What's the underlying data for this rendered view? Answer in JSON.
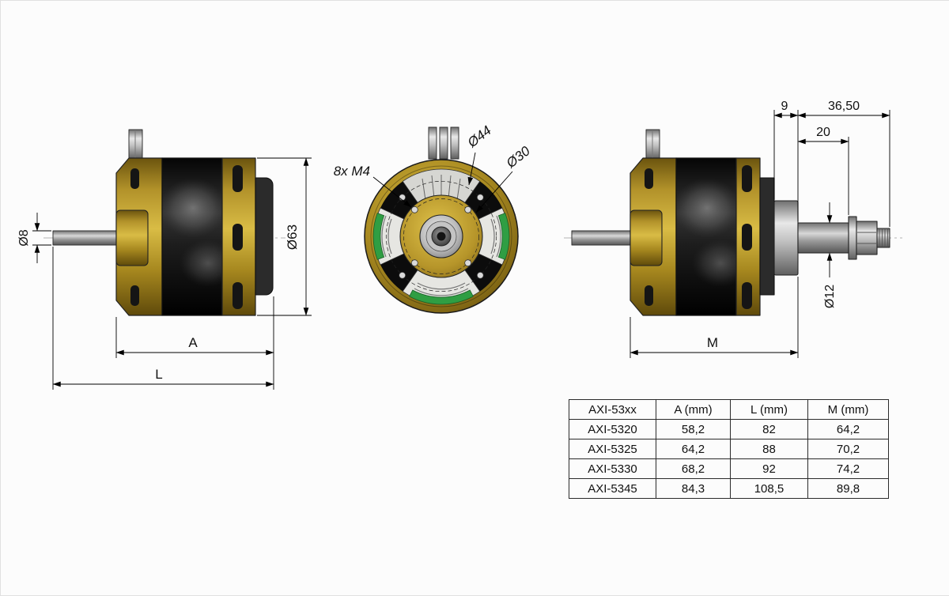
{
  "views": {
    "side_left": {
      "dia_shaft": "Ø8",
      "dia_body": "Ø63",
      "dim_a": "A",
      "dim_l": "L"
    },
    "front": {
      "bolt_label": "8x M4",
      "dia_bolt_circle_outer": "Ø44",
      "dia_bolt_circle_inner": "Ø30"
    },
    "side_right": {
      "dim_adapter_base": "9",
      "dim_shaft_total": "36,50",
      "dim_shaft_exposed": "20",
      "dia_prop_shaft": "Ø12",
      "dim_m": "M"
    }
  },
  "table": {
    "headers": [
      "AXI-53xx",
      "A (mm)",
      "L (mm)",
      "M (mm)"
    ],
    "rows": [
      [
        "AXI-5320",
        "58,2",
        "82",
        "64,2"
      ],
      [
        "AXI-5325",
        "64,2",
        "88",
        "70,2"
      ],
      [
        "AXI-5330",
        "68,2",
        "92",
        "74,2"
      ],
      [
        "AXI-5345",
        "84,3",
        "108,5",
        "89,8"
      ]
    ]
  },
  "colors": {
    "housing_gold": "#a8881f",
    "rotor_black": "#0d0d0d",
    "winding_green": "#2f9e43",
    "metal_silver": "#c0c0c0"
  }
}
